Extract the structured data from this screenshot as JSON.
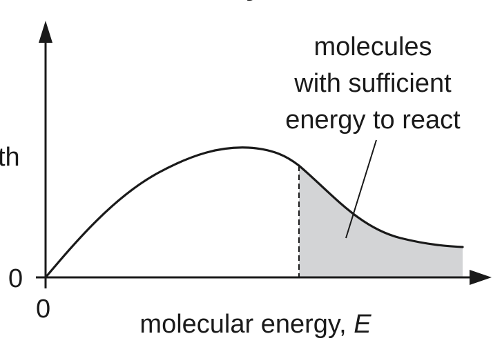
{
  "title_fragment": "y",
  "y_axis_label_fragment": "th",
  "y_origin_label": "0",
  "x_origin_label": "0",
  "x_axis_label": {
    "text": "molecular energy, ",
    "symbol": "E"
  },
  "annotation": {
    "lines": [
      "molecules",
      "with sufficient",
      "energy to react"
    ]
  },
  "colors": {
    "ink": "#1a1a1a",
    "shaded_region": "#d3d4d6"
  }
}
